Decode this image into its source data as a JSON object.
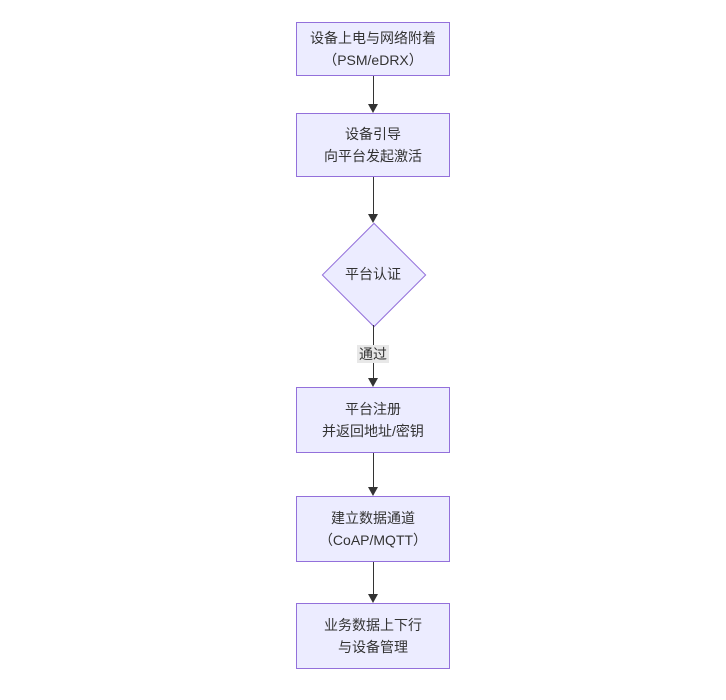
{
  "flowchart": {
    "background": "#ffffff",
    "colors": {
      "page_bg": "#ffffff",
      "node_fill": "#ECECFF",
      "node_border": "#9370DB",
      "node_text": "#333333",
      "edge_line": "#333333",
      "edge_label_bg": "#e8e8e8",
      "edge_label_text": "#333333"
    },
    "nodes": [
      {
        "shape": "rectangle",
        "lines": [
          "设备上电与网络附着",
          "（PSM/eDRX）"
        ]
      },
      {
        "shape": "rectangle",
        "lines": [
          "设备引导",
          "向平台发起激活"
        ]
      },
      {
        "shape": "diamond",
        "lines": [
          "平台认证"
        ]
      },
      {
        "shape": "rectangle",
        "lines": [
          "平台注册",
          "并返回地址/密钥"
        ]
      },
      {
        "shape": "rectangle",
        "lines": [
          "建立数据通道",
          "（CoAP/MQTT）"
        ]
      },
      {
        "shape": "rectangle",
        "lines": [
          "业务数据上下行",
          "与设备管理"
        ]
      }
    ],
    "edges": [
      {
        "from": 0,
        "to": 1
      },
      {
        "from": 1,
        "to": 2
      },
      {
        "from": 2,
        "to": 3,
        "label": "通过"
      },
      {
        "from": 3,
        "to": 4
      },
      {
        "from": 4,
        "to": 5
      }
    ]
  }
}
